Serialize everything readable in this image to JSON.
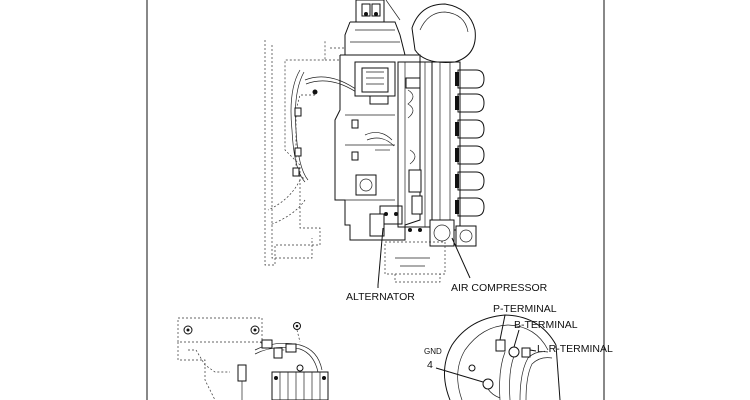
{
  "labels": {
    "alternator": "ALTERNATOR",
    "air_compressor": "AIR COMPRESSOR",
    "p_terminal": "P-TERMINAL",
    "b_terminal": "B-TERMINAL",
    "l_r_terminal": "L. R-TERMINAL",
    "gnd": "GND",
    "gnd_number": "4"
  },
  "colors": {
    "line": "#111111",
    "background": "#ffffff"
  }
}
